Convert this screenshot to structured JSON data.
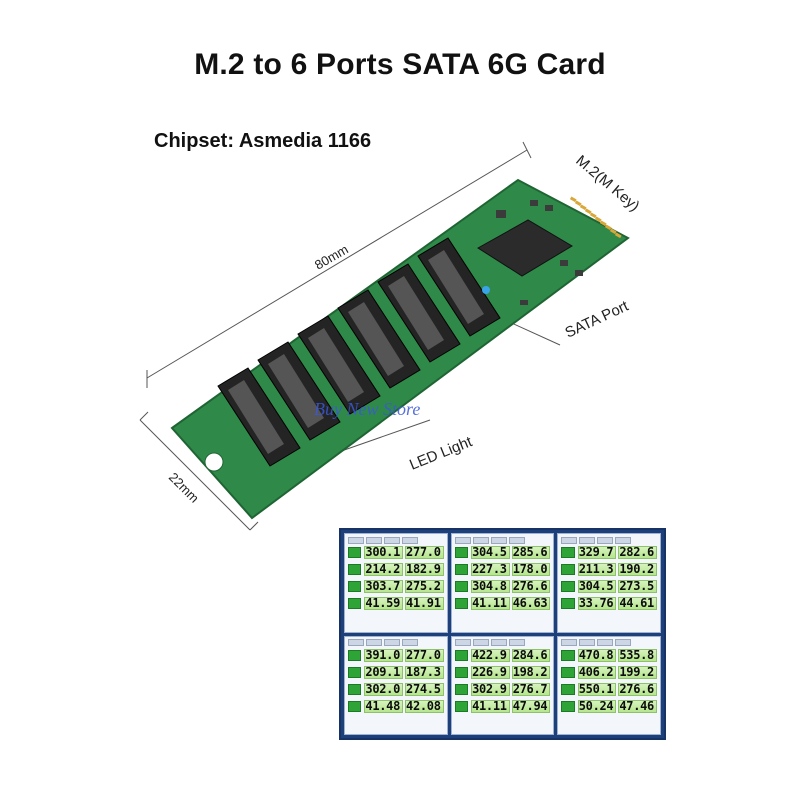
{
  "title": "M.2 to 6 Ports SATA 6G Card",
  "chipset": "Chipset: Asmedia 1166",
  "labels": {
    "length": "80mm",
    "width": "22mm",
    "m2": "M.2(M Key)",
    "sata_port": "SATA Port",
    "led_light": "LED Light",
    "watermark": "Buy New Store"
  },
  "colors": {
    "pcb": "#2f8a4a",
    "connector": "#242424",
    "gold": "#d9a73a",
    "watermark": "#3a58d6",
    "bench_frame": "#1d3f7a",
    "bench_cell": "#b4e58d"
  },
  "benchmarks": [
    {
      "rows": [
        [
          "300.1",
          "277.0"
        ],
        [
          "214.2",
          "182.9"
        ],
        [
          "303.7",
          "275.2"
        ],
        [
          "41.59",
          "41.91"
        ]
      ]
    },
    {
      "rows": [
        [
          "304.5",
          "285.6"
        ],
        [
          "227.3",
          "178.0"
        ],
        [
          "304.8",
          "276.6"
        ],
        [
          "41.11",
          "46.63"
        ]
      ]
    },
    {
      "rows": [
        [
          "329.7",
          "282.6"
        ],
        [
          "211.3",
          "190.2"
        ],
        [
          "304.5",
          "273.5"
        ],
        [
          "33.76",
          "44.61"
        ]
      ]
    },
    {
      "rows": [
        [
          "391.0",
          "277.0"
        ],
        [
          "209.1",
          "187.3"
        ],
        [
          "302.0",
          "274.5"
        ],
        [
          "41.48",
          "42.08"
        ]
      ]
    },
    {
      "rows": [
        [
          "422.9",
          "284.6"
        ],
        [
          "226.9",
          "198.2"
        ],
        [
          "302.9",
          "276.7"
        ],
        [
          "41.11",
          "47.94"
        ]
      ]
    },
    {
      "rows": [
        [
          "470.8",
          "535.8"
        ],
        [
          "406.2",
          "199.2"
        ],
        [
          "550.1",
          "276.6"
        ],
        [
          "50.24",
          "47.46"
        ]
      ]
    }
  ]
}
